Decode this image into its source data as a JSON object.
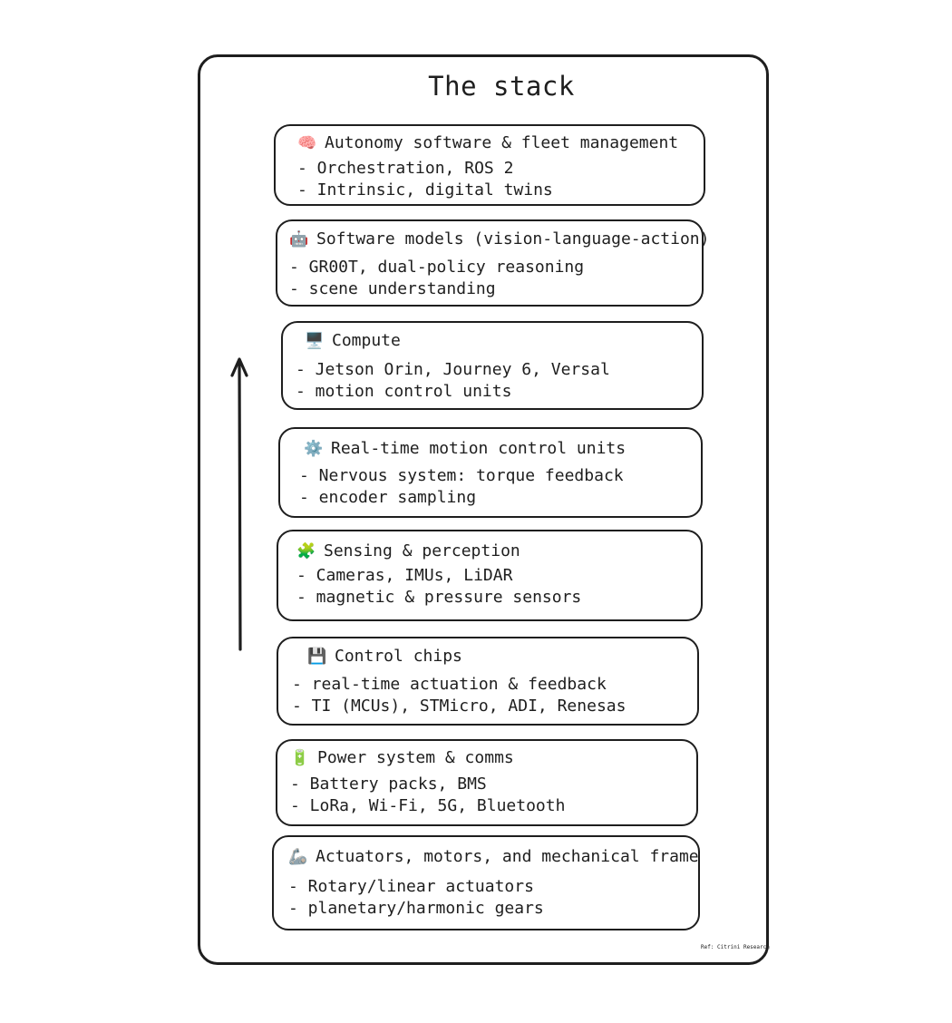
{
  "title": "The stack",
  "layers": [
    {
      "icon": "🧠",
      "icon_name": "brain-icon",
      "heading": "Autonomy software & fleet management",
      "lines": [
        "- Orchestration, ROS 2",
        "- Intrinsic, digital twins"
      ]
    },
    {
      "icon": "🤖",
      "icon_name": "robot-icon",
      "heading": "Software models (vision-language-action)",
      "lines": [
        "- GR00T, dual-policy reasoning",
        "- scene understanding"
      ]
    },
    {
      "icon": "🖥️",
      "icon_name": "desktop-computer-icon",
      "heading": "Compute",
      "lines": [
        "- Jetson Orin, Journey 6, Versal",
        "- motion control units"
      ]
    },
    {
      "icon": "⚙️",
      "icon_name": "gear-icon",
      "heading": "Real-time motion control units",
      "lines": [
        "- Nervous system: torque feedback",
        "- encoder sampling"
      ]
    },
    {
      "icon": "🧩",
      "icon_name": "puzzle-piece-icon",
      "heading": "Sensing & perception",
      "lines": [
        "- Cameras, IMUs, LiDAR",
        "- magnetic & pressure sensors"
      ]
    },
    {
      "icon": "💾",
      "icon_name": "floppy-disk-icon",
      "heading": "Control chips",
      "lines": [
        "- real-time actuation & feedback",
        "- TI (MCUs), STMicro, ADI, Renesas"
      ]
    },
    {
      "icon": "🔋",
      "icon_name": "battery-icon",
      "heading": "Power system & comms",
      "lines": [
        "- Battery packs, BMS",
        "- LoRa, Wi-Fi, 5G, Bluetooth"
      ]
    },
    {
      "icon": "🦾",
      "icon_name": "mechanical-arm-icon",
      "heading": "Actuators, motors, and mechanical frame",
      "lines": [
        "- Rotary/linear actuators",
        "- planetary/harmonic gears"
      ]
    }
  ],
  "footnote": "Ref: Citrini Research",
  "colors": {
    "stroke": "#1e1e1e",
    "background": "#ffffff"
  }
}
